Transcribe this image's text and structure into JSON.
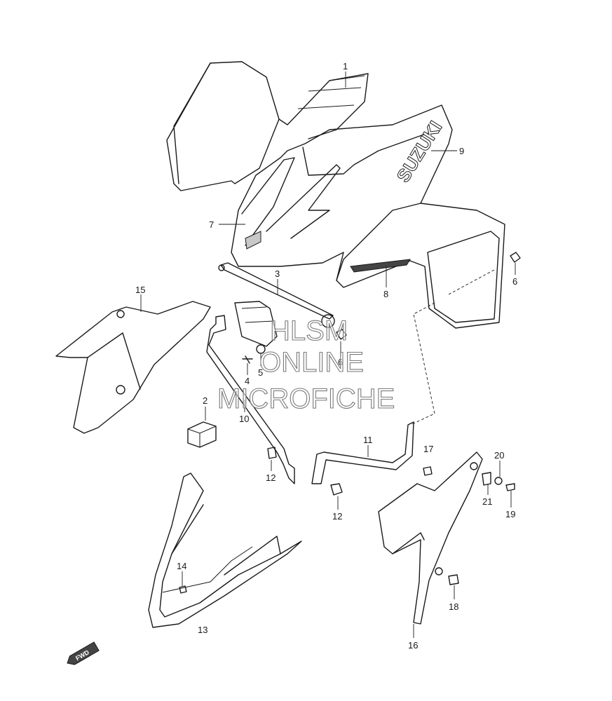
{
  "callouts": [
    "1",
    "2",
    "3",
    "4",
    "5",
    "6",
    "6",
    "7",
    "8",
    "9",
    "10",
    "11",
    "12",
    "12",
    "13",
    "14",
    "15",
    "16",
    "17",
    "18",
    "19",
    "20",
    "21"
  ],
  "brand_text": "SUZUKI",
  "watermark": [
    "HLSM",
    "ONLINE",
    "MICROFICHE"
  ],
  "fwd_label": "FWD"
}
